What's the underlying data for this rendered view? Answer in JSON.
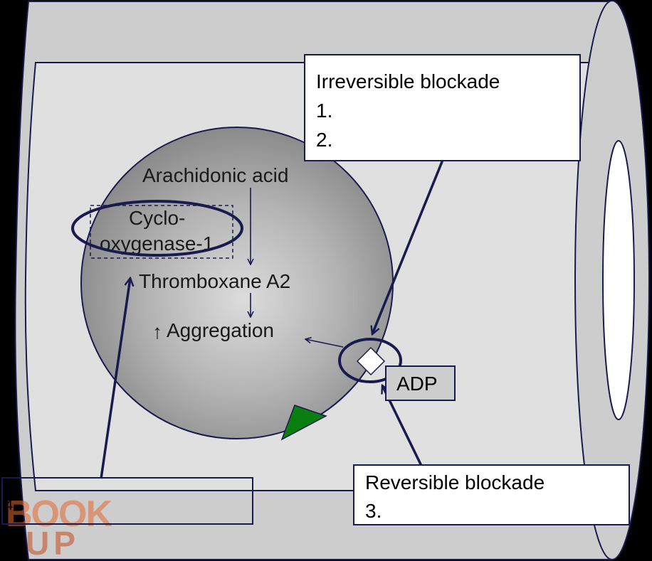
{
  "diagram": {
    "pathway": {
      "substrate": "Arachidonic acid",
      "enzyme_line1": "Cyclo-",
      "enzyme_line2": "oxygenase-1",
      "product": "Thromboxane A2",
      "effect_arrow": "↑",
      "effect": "Aggregation"
    },
    "receptor_label": "ADP",
    "irreversible_box": {
      "title": "Irreversible blockade",
      "item1": "1.",
      "item2": "2."
    },
    "reversible_box": {
      "title": "Reversible blockade",
      "item3": "3."
    },
    "bottom_box": {
      "item4": "4."
    },
    "watermark": {
      "line1": "BOOK",
      "line2": "UP"
    },
    "colors": {
      "background": "#000000",
      "vessel_outer": "#cdcdcd",
      "vessel_lumen": "#e0e0e0",
      "platelet_center": "#dcdcdc",
      "platelet_edge": "#8a8a8a",
      "outline_navy": "#1a1a4e",
      "receptor_green": "#0a7f10",
      "watermark_orange": "#e26a30"
    }
  }
}
